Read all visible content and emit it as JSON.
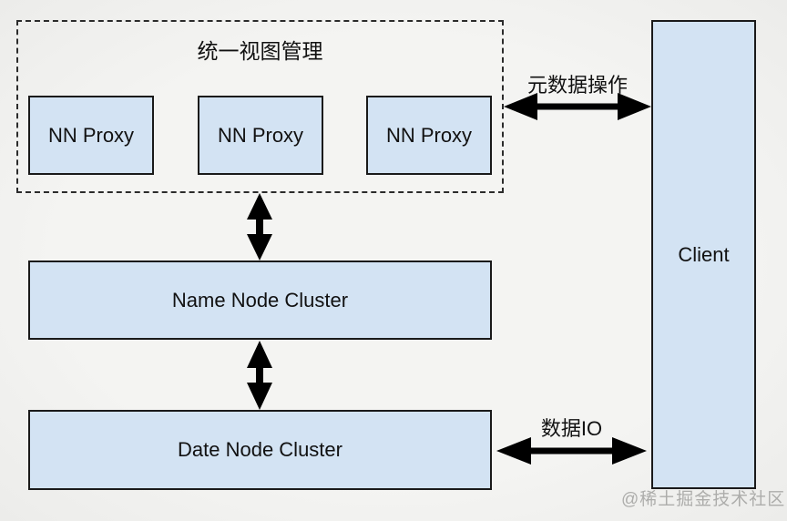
{
  "diagram": {
    "unified_view_group": {
      "title": "统一视图管理",
      "proxies": [
        "NN Proxy",
        "NN Proxy",
        "NN Proxy"
      ]
    },
    "name_node_cluster_label": "Name Node Cluster",
    "date_node_cluster_label": "Date Node Cluster",
    "client_label": "Client",
    "arrow_labels": {
      "metadata_ops": "元数据操作",
      "data_io": "数据IO"
    },
    "watermark": "@稀土掘金技术社区",
    "colors": {
      "box_fill": "#d3e3f3",
      "box_border": "#1a1a1a",
      "background": "#f2f2f0",
      "arrow": "#000000",
      "watermark_text": "#adadab"
    }
  }
}
